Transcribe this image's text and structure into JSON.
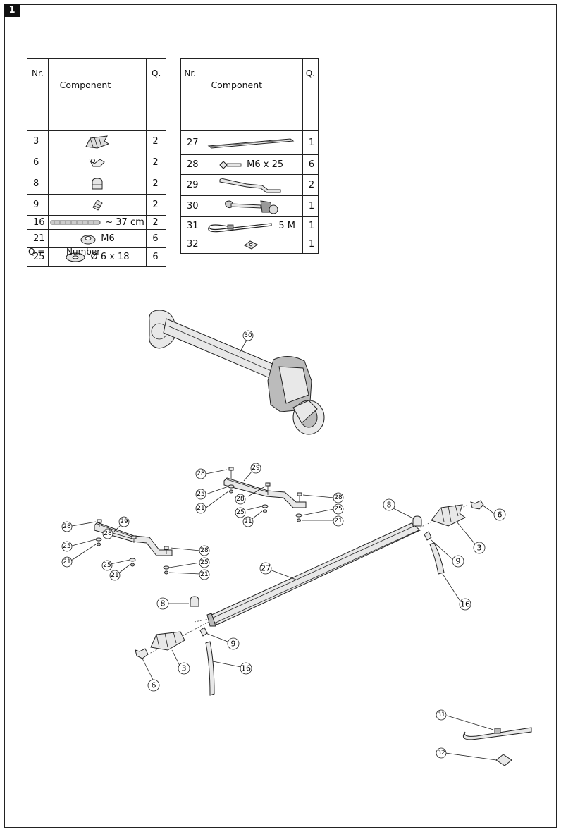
{
  "page_number": "1",
  "table_left": {
    "headers": {
      "nr": "Nr.",
      "component": "Component",
      "q": "Q."
    },
    "rows": [
      {
        "nr": "3",
        "label": "",
        "q": "2",
        "icon": "strap-holder-icon"
      },
      {
        "nr": "6",
        "label": "",
        "q": "2",
        "icon": "clip-icon"
      },
      {
        "nr": "8",
        "label": "",
        "q": "2",
        "icon": "end-cap-icon"
      },
      {
        "nr": "9",
        "label": "",
        "q": "2",
        "icon": "rubber-block-icon"
      },
      {
        "nr": "16",
        "label": "~ 37 cm",
        "q": "2",
        "icon": "strap-icon"
      },
      {
        "nr": "21",
        "label": "M6",
        "q": "6",
        "icon": "nut-icon"
      },
      {
        "nr": "25",
        "label": "Ø 6 x 18",
        "q": "6",
        "icon": "washer-icon"
      }
    ]
  },
  "table_right": {
    "headers": {
      "nr": "Nr.",
      "component": "Component",
      "q": "Q."
    },
    "rows": [
      {
        "nr": "27",
        "label": "",
        "q": "1",
        "icon": "wheel-rail-icon"
      },
      {
        "nr": "28",
        "label": "M6 x 25",
        "q": "6",
        "icon": "bolt-icon"
      },
      {
        "nr": "29",
        "label": "",
        "q": "2",
        "icon": "bracket-icon"
      },
      {
        "nr": "30",
        "label": "",
        "q": "1",
        "icon": "frame-holder-arm-icon"
      },
      {
        "nr": "31",
        "label": "5 M",
        "q": "1",
        "icon": "long-strap-icon"
      },
      {
        "nr": "32",
        "label": "",
        "q": "1",
        "icon": "plate-icon"
      }
    ]
  },
  "legend": {
    "key": "Q =",
    "value": "Number"
  },
  "callouts": {
    "c30": "30",
    "c29a": "29",
    "c28a": "28",
    "c25a": "25",
    "c21a": "21",
    "c28b": "28",
    "c28c": "28",
    "c25b": "25",
    "c21b": "21",
    "c25c": "25",
    "c21c": "21",
    "c28d": "28",
    "c29b": "29",
    "c25d": "25",
    "c21d": "21",
    "c28e": "28",
    "c28f": "28",
    "c25e": "25",
    "c21e": "21",
    "c25f": "25",
    "c21f": "21",
    "c8a": "8",
    "c6a": "6",
    "c3a": "3",
    "c9a": "9",
    "c16a": "16",
    "c27": "27",
    "c8b": "8",
    "c9b": "9",
    "c3b": "3",
    "c16b": "16",
    "c6b": "6",
    "c31": "31",
    "c32": "32"
  }
}
